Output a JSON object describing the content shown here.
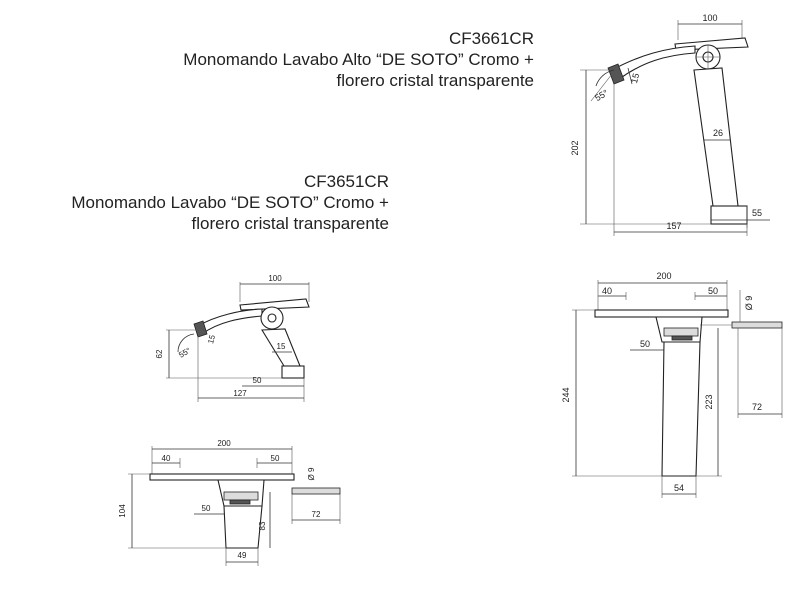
{
  "products": [
    {
      "code": "CF3661CR",
      "description": "Monomando Lavabo Alto “DE SOTO” Cromo +\nflorero cristal transparente"
    },
    {
      "code": "CF3651CR",
      "description": "Monomando Lavabo “DE SOTO” Cromo +\nflorero cristal transparente"
    }
  ],
  "drawings": {
    "tall_side": {
      "width_top": "100",
      "spout_height": "15",
      "angle": "55°",
      "height": "202",
      "stem": "26",
      "base": "55",
      "reach": "157"
    },
    "tall_front": {
      "width": "200",
      "left_offset": "40",
      "right_offset": "50",
      "hose_diameter": "Ø 9",
      "lever": "50",
      "height_total": "244",
      "height_body": "223",
      "hose_len": "72",
      "base": "54"
    },
    "short_side": {
      "width_top": "100",
      "spout_height": "15",
      "angle": "55°",
      "height": "62",
      "stem": "15",
      "base": "50",
      "reach": "127"
    },
    "short_front": {
      "width": "200",
      "left_offset": "40",
      "right_offset": "50",
      "hose_diameter": "Ø 9",
      "lever": "50",
      "height_total": "104",
      "height_body": "83",
      "hose_len": "72",
      "base": "49"
    }
  }
}
